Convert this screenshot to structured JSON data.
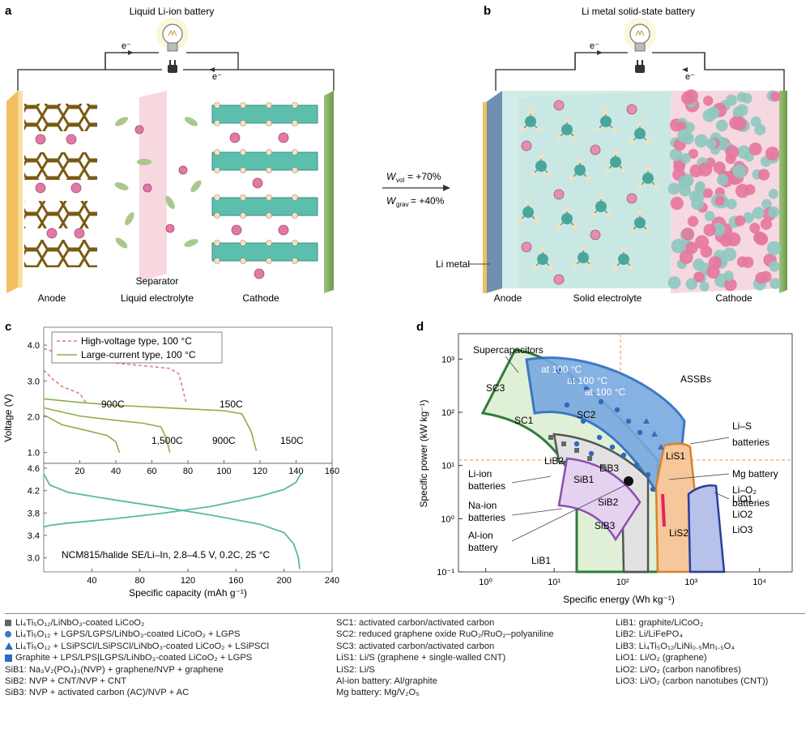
{
  "panels": {
    "a": {
      "letter": "a",
      "title": "Liquid Li-ion battery",
      "electron": "e⁻",
      "labels": {
        "anode": "Anode",
        "separator": "Separator",
        "electrolyte": "Liquid electrolyte",
        "cathode": "Cathode"
      }
    },
    "b": {
      "letter": "b",
      "title": "Li metal solid-state battery",
      "electron": "e⁻",
      "labels": {
        "li_metal": "Li metal",
        "anode": "Anode",
        "electrolyte": "Solid electrolyte",
        "cathode": "Cathode"
      }
    },
    "arrow": {
      "w_vol": "+70%",
      "w_grav": "+40%",
      "w_vol_sym": "W",
      "w_vol_sub": "vol",
      "w_grav_sym": "W",
      "w_grav_sub": "grav"
    },
    "c": {
      "letter": "c"
    },
    "d": {
      "letter": "d"
    }
  },
  "chart_data": [
    {
      "id": "c-top",
      "type": "line",
      "ylabel": "Voltage (V)",
      "xticks": [
        20,
        40,
        60,
        80,
        100,
        120,
        140,
        160
      ],
      "yticks": [
        1.0,
        2.0,
        3.0,
        4.0
      ],
      "xlim": [
        0,
        160
      ],
      "ylim": [
        0.7,
        4.5
      ],
      "legend": [
        "High-voltage type, 100 °C",
        "Large-current type, 100 °C"
      ],
      "annotations": [
        "900C",
        "150C",
        "1,500C",
        "900C",
        "150C"
      ],
      "colors": {
        "high_voltage": "#e07a95",
        "large_current": "#8fae4a"
      },
      "series": [
        {
          "name": "High-voltage type, 100 °C",
          "style": "dashed",
          "x": [
            0,
            10,
            20,
            40,
            60,
            70,
            75,
            79
          ],
          "y": [
            3.9,
            3.75,
            3.65,
            3.5,
            3.4,
            3.35,
            3.2,
            2.4
          ]
        },
        {
          "name": "High-voltage type, 100 °C",
          "style": "dashed",
          "x": [
            0,
            5,
            10,
            15,
            20,
            24
          ],
          "y": [
            3.3,
            3.05,
            2.85,
            2.75,
            2.65,
            2.35
          ]
        },
        {
          "name": "Large-current type, 100 °C",
          "style": "solid",
          "x": [
            0,
            20,
            40,
            60,
            80,
            100,
            110,
            115,
            118
          ],
          "y": [
            2.5,
            2.4,
            2.32,
            2.27,
            2.22,
            2.17,
            2.08,
            1.6,
            1.05
          ]
        },
        {
          "name": "Large-current type, 100 °C",
          "style": "solid",
          "x": [
            0,
            20,
            40,
            55,
            65,
            68,
            70
          ],
          "y": [
            2.25,
            2.02,
            1.9,
            1.82,
            1.72,
            1.4,
            1.0
          ]
        },
        {
          "name": "Large-current type, 100 °C",
          "style": "solid",
          "x": [
            0,
            10,
            25,
            35,
            40,
            42
          ],
          "y": [
            2.05,
            1.78,
            1.6,
            1.48,
            1.3,
            1.0
          ]
        }
      ]
    },
    {
      "id": "c-bottom",
      "type": "line",
      "xlabel": "Specific capacity (mAh g⁻¹)",
      "ylabel": "Voltage (V)",
      "xticks": [
        40,
        80,
        120,
        160,
        200,
        240
      ],
      "yticks": [
        3.0,
        3.4,
        3.8,
        4.2,
        4.6
      ],
      "xlim": [
        0,
        240
      ],
      "ylim": [
        2.75,
        4.6
      ],
      "annotation": "NCM815/halide SE/Li–In, 2.8–4.5 V, 0.2C, 25 °C",
      "color": "#5bb8a7",
      "series": [
        {
          "name": "charge",
          "x": [
            0,
            5,
            20,
            60,
            100,
            140,
            180,
            200,
            210,
            214
          ],
          "y": [
            3.55,
            3.58,
            3.62,
            3.7,
            3.8,
            3.92,
            4.1,
            4.22,
            4.35,
            4.5
          ]
        },
        {
          "name": "discharge",
          "x": [
            0,
            5,
            20,
            60,
            100,
            140,
            180,
            200,
            208,
            212,
            213
          ],
          "y": [
            4.5,
            4.3,
            4.17,
            4.03,
            3.9,
            3.76,
            3.6,
            3.45,
            3.25,
            3.0,
            2.8
          ]
        }
      ]
    },
    {
      "id": "d",
      "type": "scatter",
      "xlabel": "Specific energy (Wh kg⁻¹)",
      "ylabel": "Specific power (kW kg⁻¹)",
      "xscale": "log",
      "yscale": "log",
      "xlim": [
        0.4,
        30000
      ],
      "ylim": [
        0.1,
        3000
      ],
      "xticks": [
        "10⁰",
        "10¹",
        "10²",
        "10³",
        "10⁴"
      ],
      "yticks": [
        "10⁻¹",
        "10⁰",
        "10¹",
        "10²",
        "10³"
      ],
      "labels": {
        "supercapacitors": "Supercapacitors",
        "assbs": "ASSBs",
        "at100_1": "at 100 °C",
        "at100_2": "at 100 °C",
        "at100_3": "at 100 °C",
        "sc3": "SC3",
        "sc1": "SC1",
        "sc2": "SC2",
        "lib2": "LiB2",
        "lib3": "LiB3",
        "lib1": "LiB1",
        "sib1": "SiB1",
        "sib2": "SiB2",
        "sib3": "SiB3",
        "lis1": "LiS1",
        "lis2": "LiS2",
        "lio1": "LiO1",
        "lio2": "LiO2",
        "lio3": "LiO3",
        "liion_1": "Li-ion",
        "liion_2": "batteries",
        "naion_1": "Na-ion",
        "naion_2": "batteries",
        "alion_1": "Al-ion",
        "alion_2": "battery",
        "lis_1": "Li–S",
        "lis_2": "batteries",
        "mg": "Mg battery",
        "lio2_1": "Li–O₂",
        "lio2_2": "batteries"
      },
      "colors": {
        "assb": "#3b78c9",
        "sc": "#2f7d3c",
        "lib": "#666666",
        "sib": "#8b4fb0",
        "lis": "#d9822b",
        "lio": "#2a3f9a",
        "mg": "#e0245e",
        "guide": "#e8905a"
      }
    }
  ],
  "legend": {
    "col1": [
      {
        "marker": "square",
        "text": "Li₄Ti₅O₁₂/LiNbO₃-coated LiCoO₂"
      },
      {
        "marker": "circle",
        "text": "Li₄Ti₅O₁₂ + LGPS/LGPS/LiNbO₃-coated LiCoO₂ + LGPS"
      },
      {
        "marker": "triangle",
        "text": "Li₄Ti₅O₁₂ + LSiPSCl/LSiPSCl/LiNbO₃-coated LiCoO₂ + LSiPSCl"
      },
      {
        "marker": "bsquare",
        "text": "Graphite + LPS/LPS|LGPS/LiNbO₃-coated LiCoO₂ + LGPS"
      },
      {
        "marker": "none",
        "text": "SiB1: Na₃V₂(PO₄)₃(NVP) + graphene/NVP + graphene"
      },
      {
        "marker": "none",
        "text": "SiB2: NVP + CNT/NVP + CNT"
      },
      {
        "marker": "none",
        "text": "SiB3: NVP + activated carbon (AC)/NVP + AC"
      }
    ],
    "col2": [
      "SC1: activated carbon/activated carbon",
      "SC2: reduced graphene oxide RuO₂/RuO₂–polyaniline",
      "SC3: activated carbon/activated carbon",
      "LiS1: Li/S (graphene + single-walled CNT)",
      "LiS2: Li/S",
      "Al-ion battery: Al/graphite",
      "Mg battery: Mg/V₂O₅"
    ],
    "col3": [
      "LiB1: graphite/LiCoO₂",
      "LiB2: Li/LiFePO₄",
      "LiB3: Li₄Ti₅O₁₂/LiNi₀.₅Mn₁.₅O₄",
      "LiO1: Li/O₂ (graphene)",
      "LiO2: Li/O₂ (carbon nanofibres)",
      "LiO3: Li/O₂ (carbon nanotubes (CNT))"
    ]
  }
}
